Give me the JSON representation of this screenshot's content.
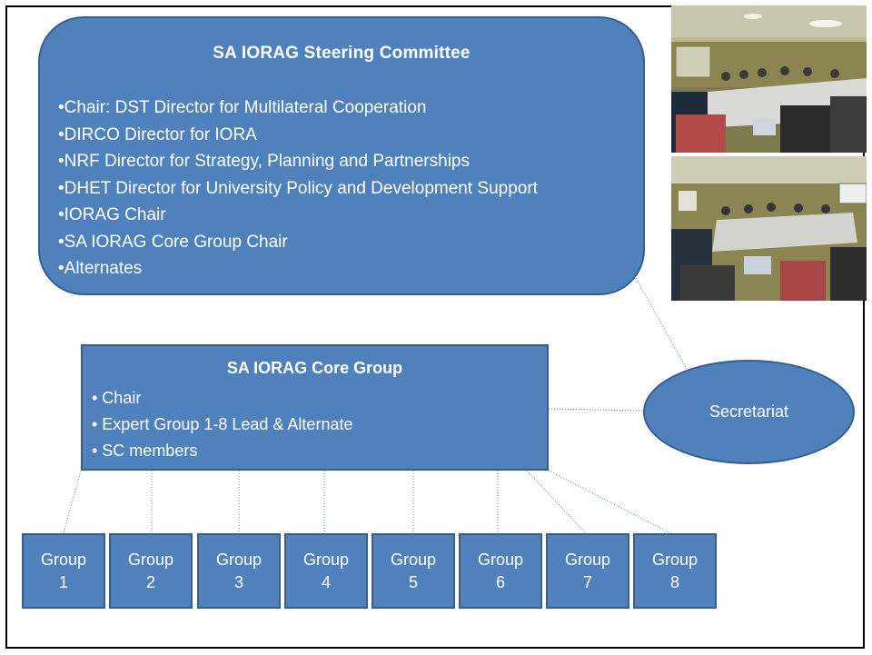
{
  "steering_committee": {
    "title": "SA IORAG Steering Committee",
    "items": [
      "•Chair: DST Director for Multilateral Cooperation",
      "•DIRCO Director for IORA",
      "•NRF Director for Strategy, Planning and Partnerships",
      "•DHET Director for  University Policy and Development Support",
      "•IORAG Chair",
      "•SA IORAG Core Group Chair",
      "•Alternates"
    ]
  },
  "core_group": {
    "title": "SA IORAG Core Group",
    "items": [
      "• Chair",
      "• Expert Group 1-8 Lead & Alternate",
      "• SC members"
    ]
  },
  "secretariat": {
    "label": "Secretariat"
  },
  "groups": [
    {
      "label": "Group",
      "number": "1"
    },
    {
      "label": "Group",
      "number": "2"
    },
    {
      "label": "Group",
      "number": "3"
    },
    {
      "label": "Group",
      "number": "4"
    },
    {
      "label": "Group",
      "number": "5"
    },
    {
      "label": "Group",
      "number": "6"
    },
    {
      "label": "Group",
      "number": "7"
    },
    {
      "label": "Group",
      "number": "8"
    }
  ],
  "colors": {
    "shape_fill": "#4f81bd",
    "shape_border": "#385d8a",
    "connector": "#4f81bd",
    "text": "#ffffff"
  }
}
